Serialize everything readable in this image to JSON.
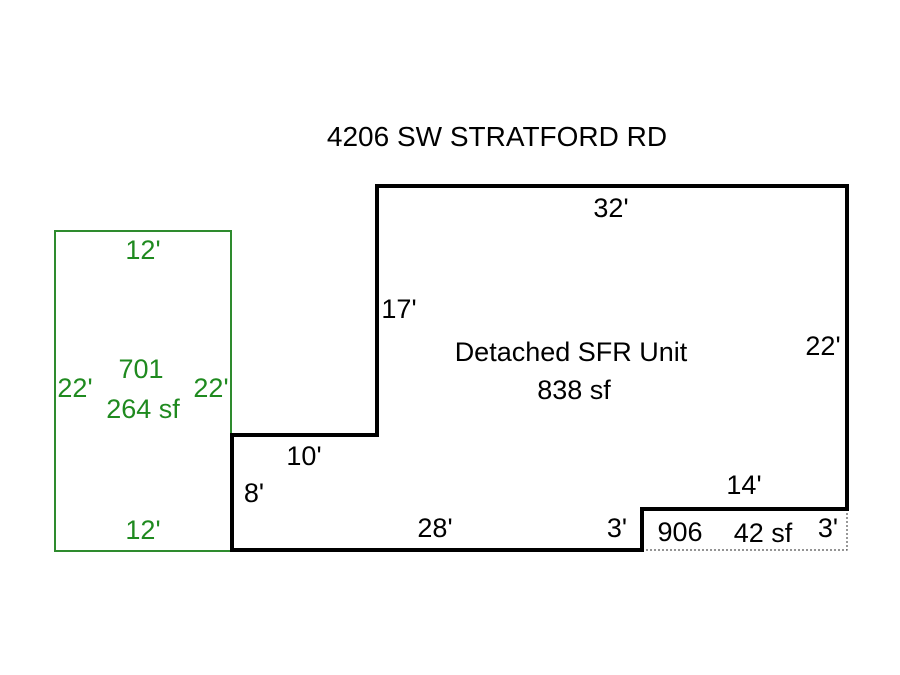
{
  "title": "4206 SW STRATFORD RD",
  "colors": {
    "main_outline": "#000000",
    "garage_outline": "#2e8b2e",
    "garage_text": "#1f8a1f",
    "porch_dotted": "#555555"
  },
  "main_unit": {
    "name": "Detached SFR Unit",
    "area": "838 sf",
    "dims": {
      "top": "32'",
      "right": "22'",
      "left_upper": "17'",
      "step_horizontal": "10'",
      "left_lower": "8'",
      "bottom": "28'",
      "notch_vertical": "3'",
      "notch_top": "14'"
    }
  },
  "garage": {
    "code": "701",
    "area": "264 sf",
    "dims": {
      "top": "12'",
      "bottom": "12'",
      "left": "22'",
      "right": "22'"
    }
  },
  "porch": {
    "code": "906",
    "area": "42 sf",
    "dims": {
      "right": "3'"
    }
  }
}
